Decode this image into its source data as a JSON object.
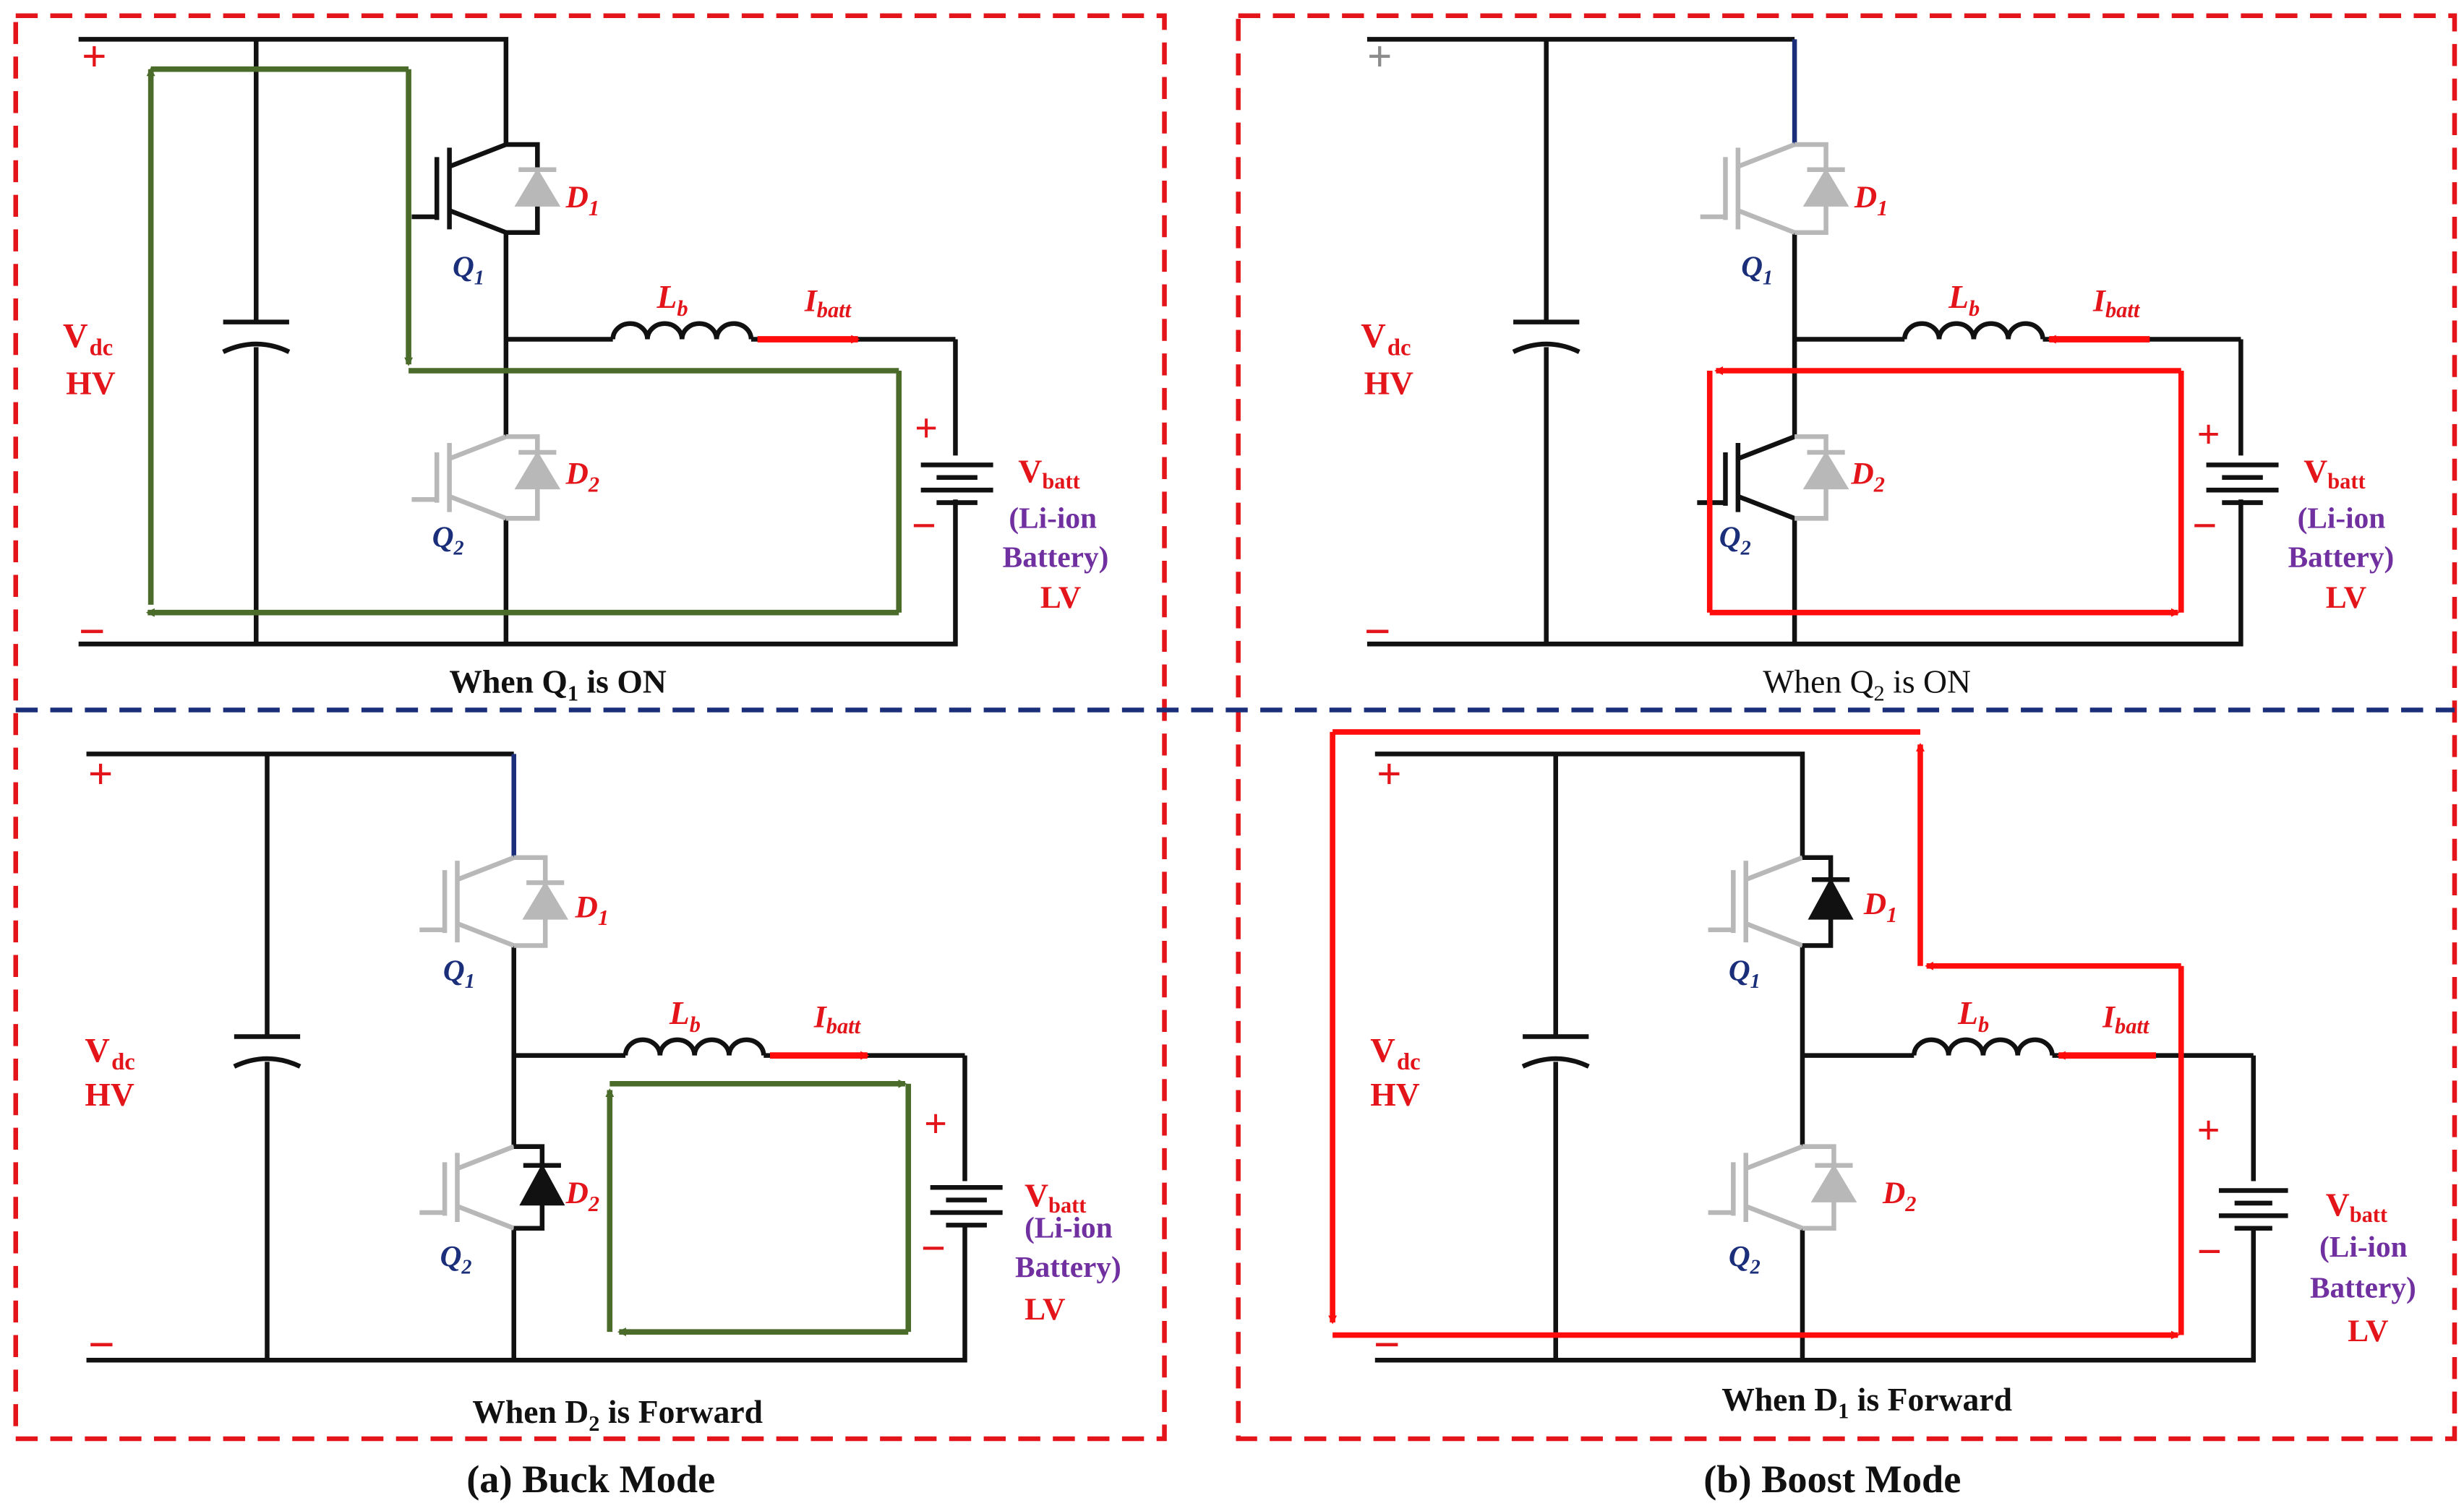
{
  "colors": {
    "wire": "#111111",
    "inactive": "#b8b8b8",
    "buck_path": "#4a6b2a",
    "boost_path": "#ff0d0d",
    "label_red": "#e3151a",
    "label_navy": "#1a2e7a",
    "label_purple": "#7030a0",
    "frame_red": "#e3151a",
    "divider_navy": "#1a2e7a"
  },
  "icons": [
    "igbt-switch-icon",
    "diode-icon",
    "inductor-icon",
    "capacitor-icon",
    "battery-icon",
    "current-arrow-icon"
  ],
  "labels": {
    "plus": "+",
    "minus": "−",
    "vdc_main": "V",
    "vdc_sub": "dc",
    "hv": "HV",
    "vbatt_main": "V",
    "vbatt_sub": "batt",
    "li_ion": "(Li-ion",
    "battery": "Battery)",
    "lv": "LV",
    "lb_main": "L",
    "lb_sub": "b",
    "ibatt_main": "I",
    "ibatt_sub": "batt",
    "d1_main": "D",
    "d1_sub": "1",
    "d2_main": "D",
    "d2_sub": "2",
    "q1_main": "Q",
    "q1_sub": "1",
    "q2_main": "Q",
    "q2_sub": "2"
  },
  "panels": {
    "buck_q1_on": {
      "caption_a": "When Q",
      "caption_sub": "1",
      "caption_b": " is ON"
    },
    "boost_q2_on": {
      "caption_a": "When Q",
      "caption_sub": "2",
      "caption_b": " is ON"
    },
    "buck_d2_forward": {
      "caption_a": "When  D",
      "caption_sub": "2",
      "caption_b": " is Forward"
    },
    "boost_d1_forward": {
      "caption_a": "When D",
      "caption_sub": "1",
      "caption_b": " is Forward"
    }
  },
  "modes": {
    "buck": "(a) Buck Mode",
    "boost": "(b) Boost Mode"
  }
}
